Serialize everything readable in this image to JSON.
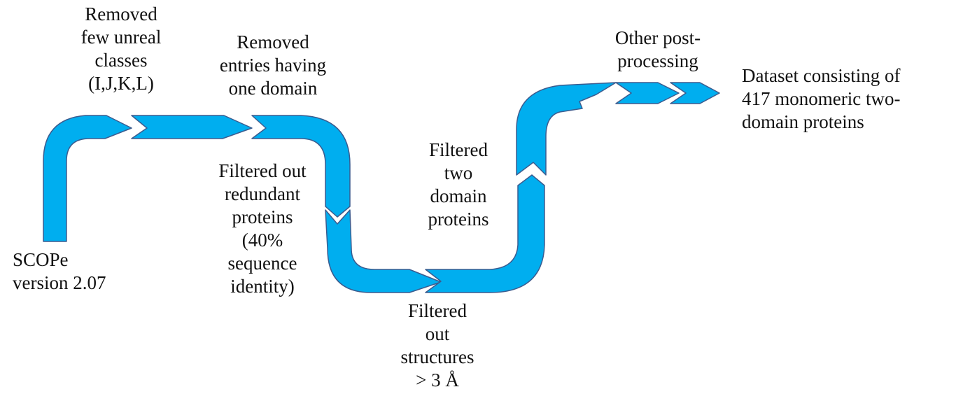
{
  "colors": {
    "arrow_fill": "#00AEEF",
    "arrow_stroke": "#3B5C8F",
    "text": "#111111"
  },
  "steps": [
    {
      "id": "start",
      "lines": [
        "SCOPe",
        "version 2.07"
      ]
    },
    {
      "id": "remove-classes",
      "lines": [
        "Removed",
        "few unreal",
        "classes",
        "(I,J,K,L)"
      ]
    },
    {
      "id": "remove-one-domain",
      "lines": [
        "Removed",
        "entries having",
        "one domain"
      ]
    },
    {
      "id": "filter-redundant",
      "lines": [
        "Filtered out",
        "redundant",
        "proteins",
        "(40%",
        "sequence",
        "identity)"
      ]
    },
    {
      "id": "filter-resolution",
      "lines": [
        "Filtered",
        "out",
        "structures",
        "> 3 Å"
      ]
    },
    {
      "id": "filter-two-domain",
      "lines": [
        "Filtered",
        "two",
        "domain",
        "proteins"
      ]
    },
    {
      "id": "post-processing",
      "lines": [
        "Other post-",
        "processing"
      ]
    },
    {
      "id": "final-dataset",
      "lines": [
        "Dataset consisting of",
        "417 monomeric two-",
        "domain proteins"
      ]
    }
  ]
}
